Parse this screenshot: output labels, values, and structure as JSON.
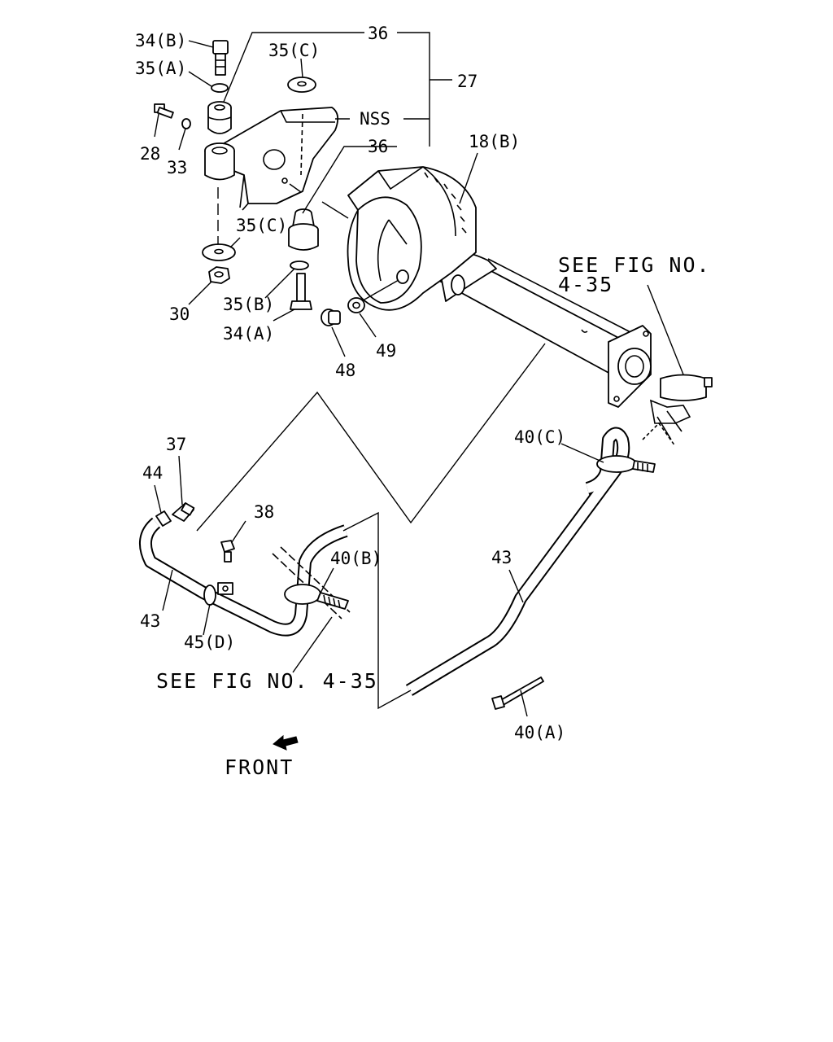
{
  "diagram": {
    "colors": {
      "ink": "#000000",
      "background": "#ffffff"
    },
    "callouts": {
      "c_34b": "34(B)",
      "c_35a": "35(A)",
      "c_36_top": "36",
      "c_35c_top": "35(C)",
      "c_27": "27",
      "c_nss": "NSS",
      "c_36_mid": "36",
      "c_28": "28",
      "c_33": "33",
      "c_18b": "18(B)",
      "c_35c_mid": "35(C)",
      "c_30": "30",
      "c_35b": "35(B)",
      "c_34a": "34(A)",
      "c_48": "48",
      "c_49": "49",
      "c_37": "37",
      "c_44": "44",
      "c_38": "38",
      "c_40c": "40(C)",
      "c_40b": "40(B)",
      "c_43_left": "43",
      "c_43_right": "43",
      "c_45d": "45(D)",
      "c_40a": "40(A)"
    },
    "references": {
      "see_fig_right_line1": "SEE FIG NO.",
      "see_fig_right_line2": "4-35",
      "see_fig_bottom": "SEE FIG NO. 4-35"
    },
    "direction": {
      "front_label": "FRONT",
      "arrow_icon": "front-arrow-icon"
    }
  }
}
